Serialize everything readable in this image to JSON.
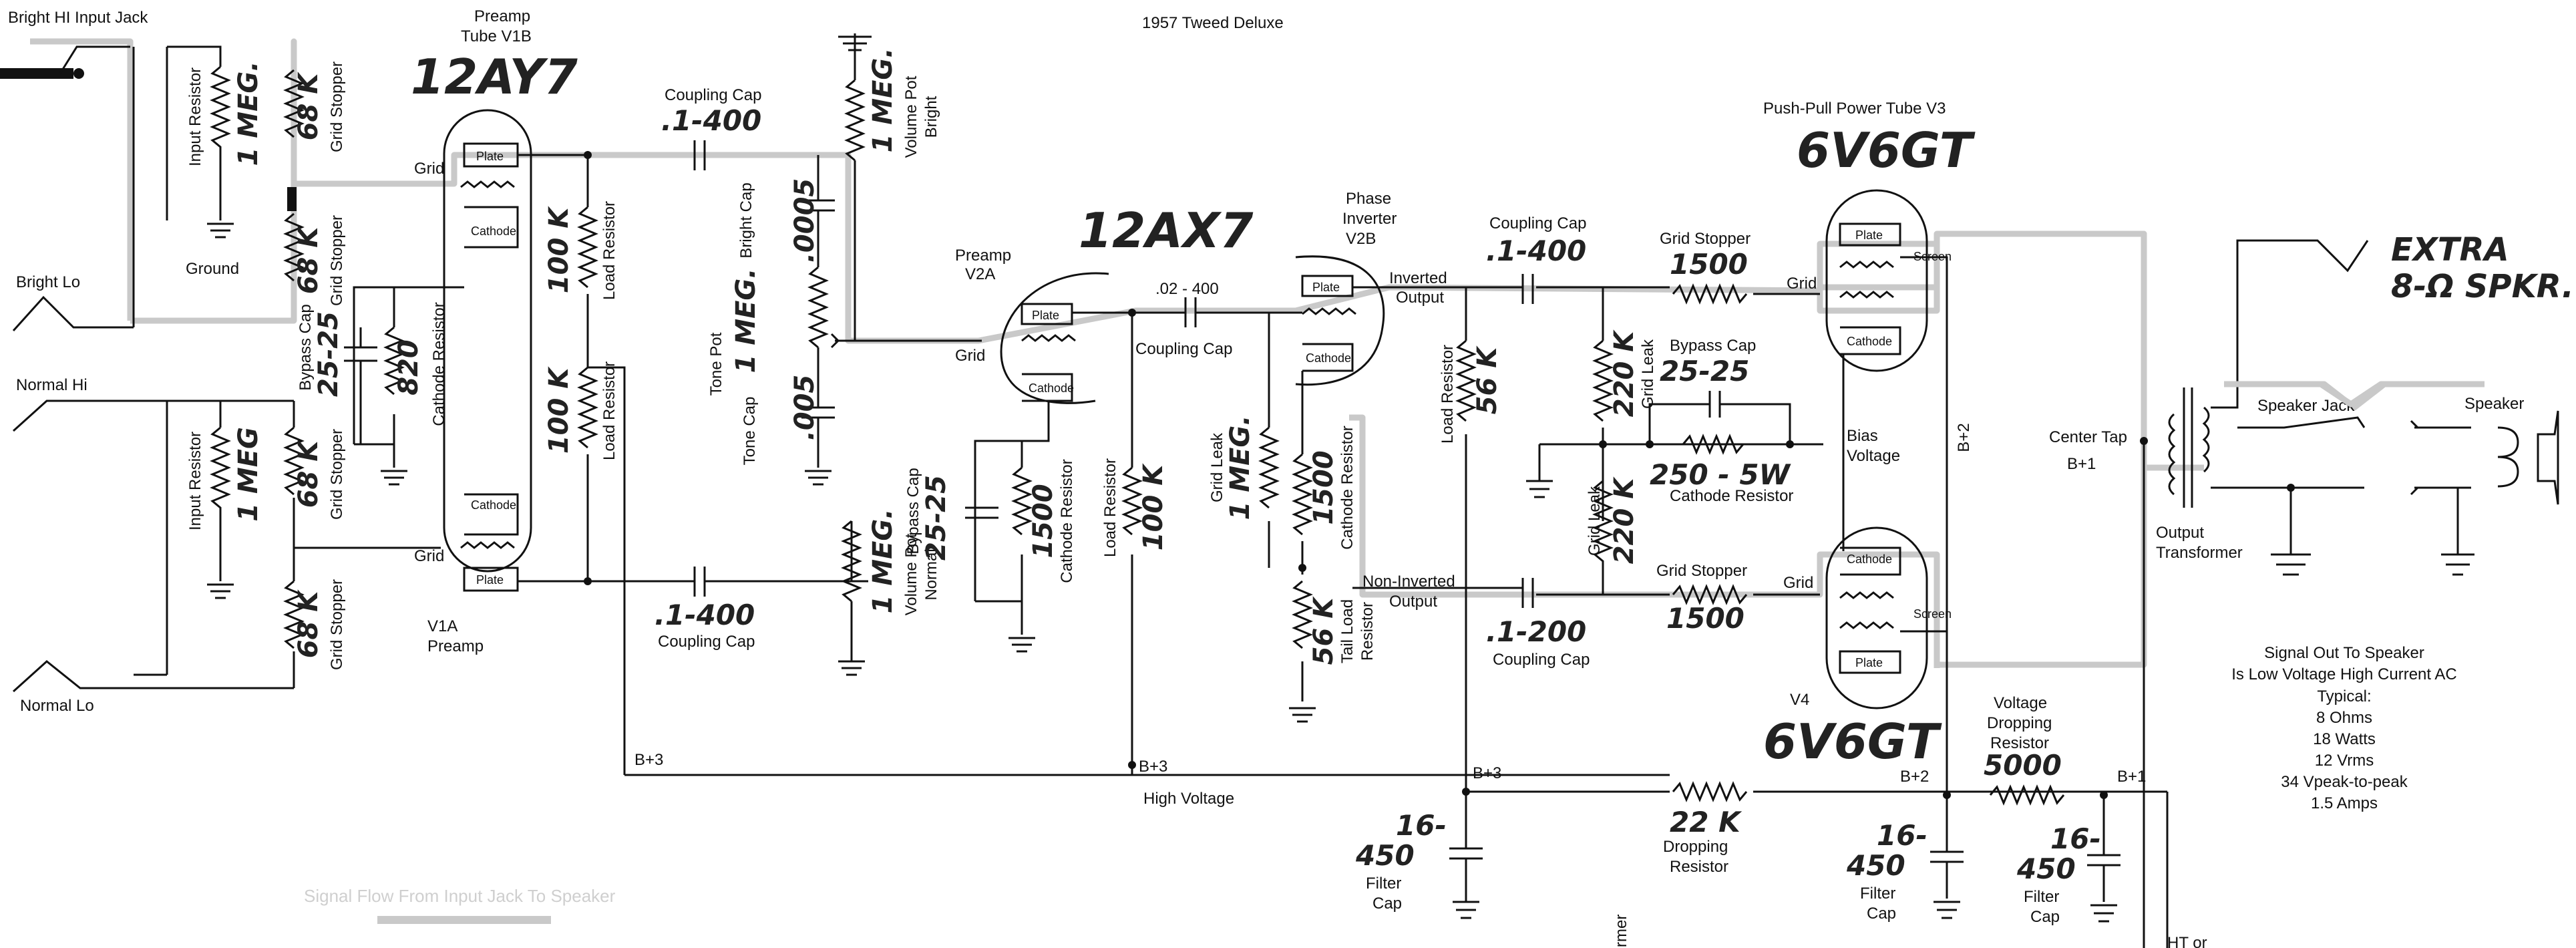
{
  "title": "1957 Tweed Deluxe",
  "legend": {
    "text": "Signal Flow From Input Jack To Speaker",
    "color": "#c9c9c9"
  },
  "inputs": {
    "bright_hi": "Bright HI Input Jack",
    "bright_lo": "Bright Lo",
    "normal_hi": "Normal Hi",
    "normal_lo": "Normal Lo"
  },
  "input_section": {
    "input_resistor": "Input Resistor",
    "one_meg_a": "1 MEG.",
    "one_meg_b": "1 MEG",
    "ground": "Ground",
    "grid_stopper": "Grid Stopper",
    "r68k": "68 K"
  },
  "v1": {
    "type": "12AY7",
    "v1b_a": "Preamp",
    "v1b_b": "Tube V1B",
    "v1a_a": "V1A",
    "v1a_b": "Preamp",
    "plate": "Plate",
    "cathode": "Cathode",
    "grid": "Grid",
    "bypass_cap": "Bypass Cap",
    "bypass_val": "25-25",
    "cathode_resistor": "Cathode Resistor",
    "cathode_val": "820",
    "load_resistor": "Load Resistor",
    "load_val": "100 K"
  },
  "coupling": {
    "label": "Coupling Cap",
    "val_1_400": ".1-400",
    "val_02_400": ".02 - 400",
    "val_1_200": ".1-200"
  },
  "tone_stack": {
    "volume_bright_a": "Volume Pot",
    "volume_bright_b": "Bright",
    "volume_normal_a": "Volume Pot",
    "volume_normal_b": "Normal",
    "one_meg": "1 MEG.",
    "bright_cap": "Bright Cap",
    "bright_cap_val": ".0005",
    "tone_pot": "Tone Pot",
    "tone_pot_val": "1 MEG.",
    "tone_cap": "Tone Cap",
    "tone_cap_val": ".005"
  },
  "v2": {
    "type": "12AX7",
    "v2a_a": "Preamp",
    "v2a_b": "V2A",
    "v2b_a": "Phase",
    "v2b_b": "Inverter",
    "v2b_c": "V2B",
    "plate": "Plate",
    "cathode": "Cathode",
    "grid": "Grid",
    "bypass_cap": "Bypass Cap",
    "bypass_val": "25-25",
    "cathode_resistor": "Cathode Resistor",
    "r1500": "1500",
    "load_resistor": "Load Resistor",
    "r100k": "100 K",
    "grid_leak": "Grid Leak",
    "one_meg": "1 MEG.",
    "tail_load_a": "Tail Load",
    "tail_load_b": "Resistor",
    "r56k": "56 K",
    "inverted_a": "Inverted",
    "inverted_b": "Output",
    "noninverted_a": "Non-Inverted",
    "noninverted_b": "Output"
  },
  "power_section": {
    "title": "Push-Pull Power Tube V3",
    "type": "6V6GT",
    "v4": "V4",
    "plate": "Plate",
    "cathode": "Cathode",
    "screen": "Screen",
    "grid": "Grid",
    "grid_stopper": "Grid Stopper",
    "r1500": "1500",
    "grid_leak": "Grid Leak",
    "r220k": "220 K",
    "bypass_cap": "Bypass Cap",
    "bypass_val": "25-25",
    "cathode_resistor": "Cathode Resistor",
    "cathode_val": "250 - 5W",
    "bias_a": "Bias",
    "bias_b": "Voltage",
    "load_resistor": "Load Resistor",
    "r56k": "56 K"
  },
  "supply": {
    "b1": "B+1",
    "b2": "B+2",
    "b3": "B+3",
    "high_voltage": "High Voltage",
    "filter_cap_a": "Filter",
    "filter_cap_b": "Cap",
    "filter_val_a": "16-",
    "filter_val_b": "450",
    "dropping_a": "Dropping",
    "dropping_b": "Resistor",
    "r22k": "22 K",
    "voltage_a": "Voltage",
    "r5000": "5000",
    "hv_cut": "HT or",
    "former_cut": "ormer"
  },
  "output": {
    "center_tap": "Center Tap",
    "transformer_a": "Output",
    "transformer_b": "Transformer",
    "speaker_jack": "Speaker Jack",
    "speaker": "Speaker",
    "extra_a": "EXTRA",
    "extra_b": "8-Ω SPKR."
  },
  "notes": [
    "Signal Out To Speaker",
    "Is Low Voltage High Current AC",
    "Typical:",
    "8 Ohms",
    "18 Watts",
    "12 Vrms",
    "34 Vpeak-to-peak",
    "1.5 Amps"
  ]
}
